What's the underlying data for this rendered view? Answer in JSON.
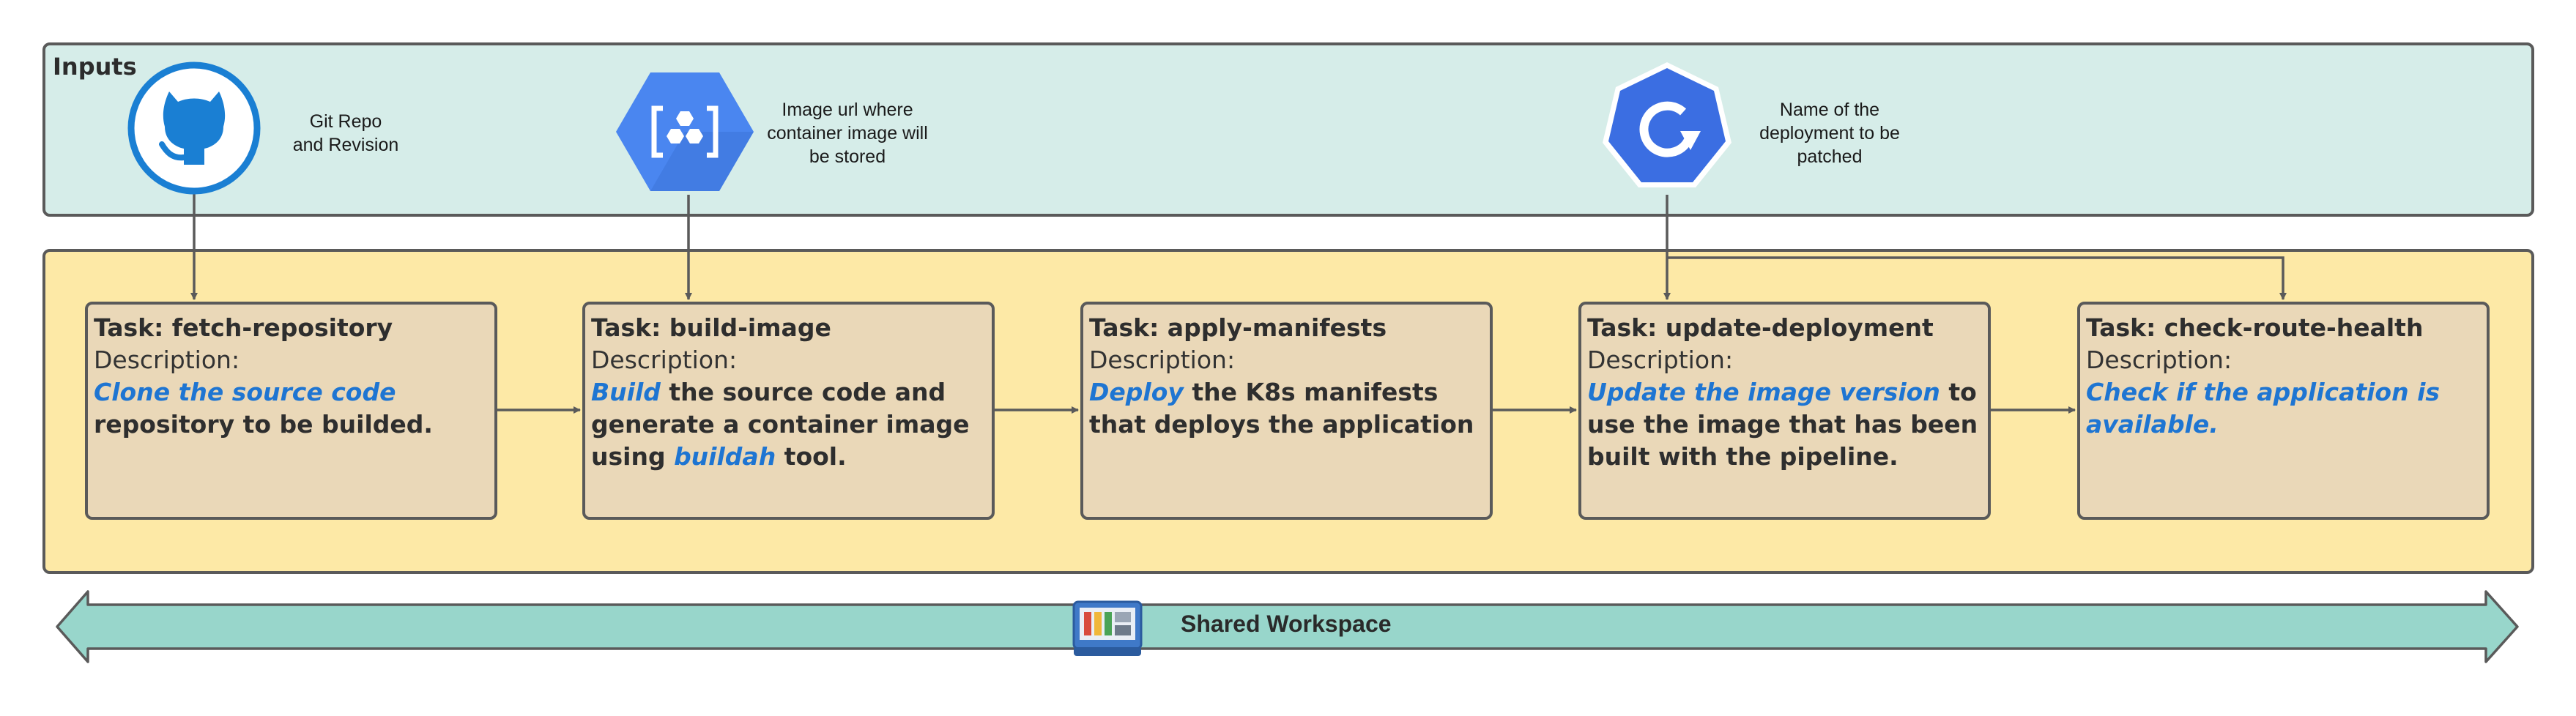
{
  "inputs": {
    "title": "Inputs",
    "git": {
      "label_line1": "Git Repo",
      "label_line2": "and Revision",
      "icon": "github-icon"
    },
    "image": {
      "label_line1": "Image url where",
      "label_line2": "container image will",
      "label_line3": "be stored",
      "icon": "container-registry-icon"
    },
    "deployment": {
      "label_line1": "Name of the",
      "label_line2": "deployment to be",
      "label_line3": "patched",
      "icon": "deployment-rollout-icon"
    }
  },
  "tasks": [
    {
      "title": "Task: fetch-repository",
      "desc_label": "Description:",
      "parts": [
        "Clone the source code",
        " repository to be builded."
      ]
    },
    {
      "title": "Task: build-image",
      "desc_label": "Description:",
      "parts": [
        "Build",
        " the source code and generate a container image using ",
        "buildah",
        " tool."
      ]
    },
    {
      "title": "Task: apply-manifests",
      "desc_label": "Description:",
      "parts": [
        "Deploy",
        " the K8s manifests that deploys the application"
      ]
    },
    {
      "title": "Task: update-deployment",
      "desc_label": "Description:",
      "parts": [
        "Update the image version",
        " to use the image that has been built with the pipeline."
      ]
    },
    {
      "title": "Task: check-route-health",
      "desc_label": "Description:",
      "parts": [
        "Check if the application is available."
      ]
    }
  ],
  "workspace": {
    "label": "Shared Workspace",
    "icon": "toolbox-icon"
  },
  "colors": {
    "inputs_bg": "#d6ede9",
    "pipeline_bg": "#fde9a6",
    "task_bg": "#ead8b8",
    "highlight": "#1e75d2",
    "workspace_arrow": "#98d6cb",
    "github_blue": "#1a7fd3",
    "gcp_blue": "#4a86f0"
  }
}
